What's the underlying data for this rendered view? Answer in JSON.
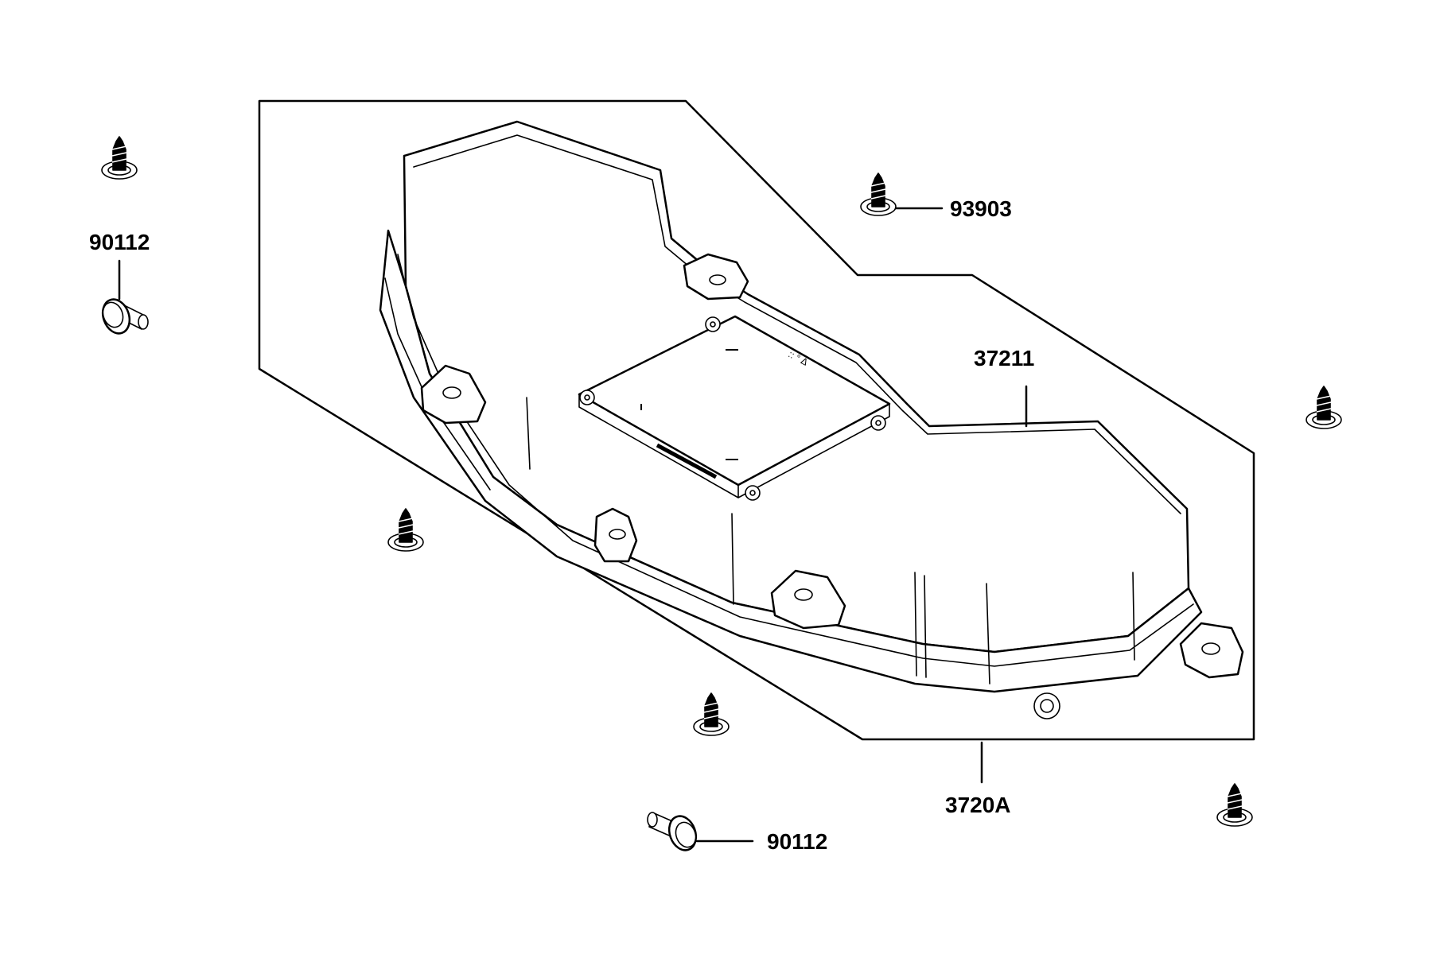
{
  "callouts": [
    {
      "id": "screw-93903",
      "text": "93903"
    },
    {
      "id": "meter-37211",
      "text": "37211"
    },
    {
      "id": "assembly-3720A",
      "text": "3720A"
    },
    {
      "id": "bolt-90112-left",
      "text": "90112"
    },
    {
      "id": "bolt-90112-bottom",
      "text": "90112"
    }
  ],
  "parts": {
    "fastener_icon": "tapping-screw-icon",
    "bolt_icon": "flanged-bolt-icon",
    "meter_icon": "meter-housing-icon"
  }
}
